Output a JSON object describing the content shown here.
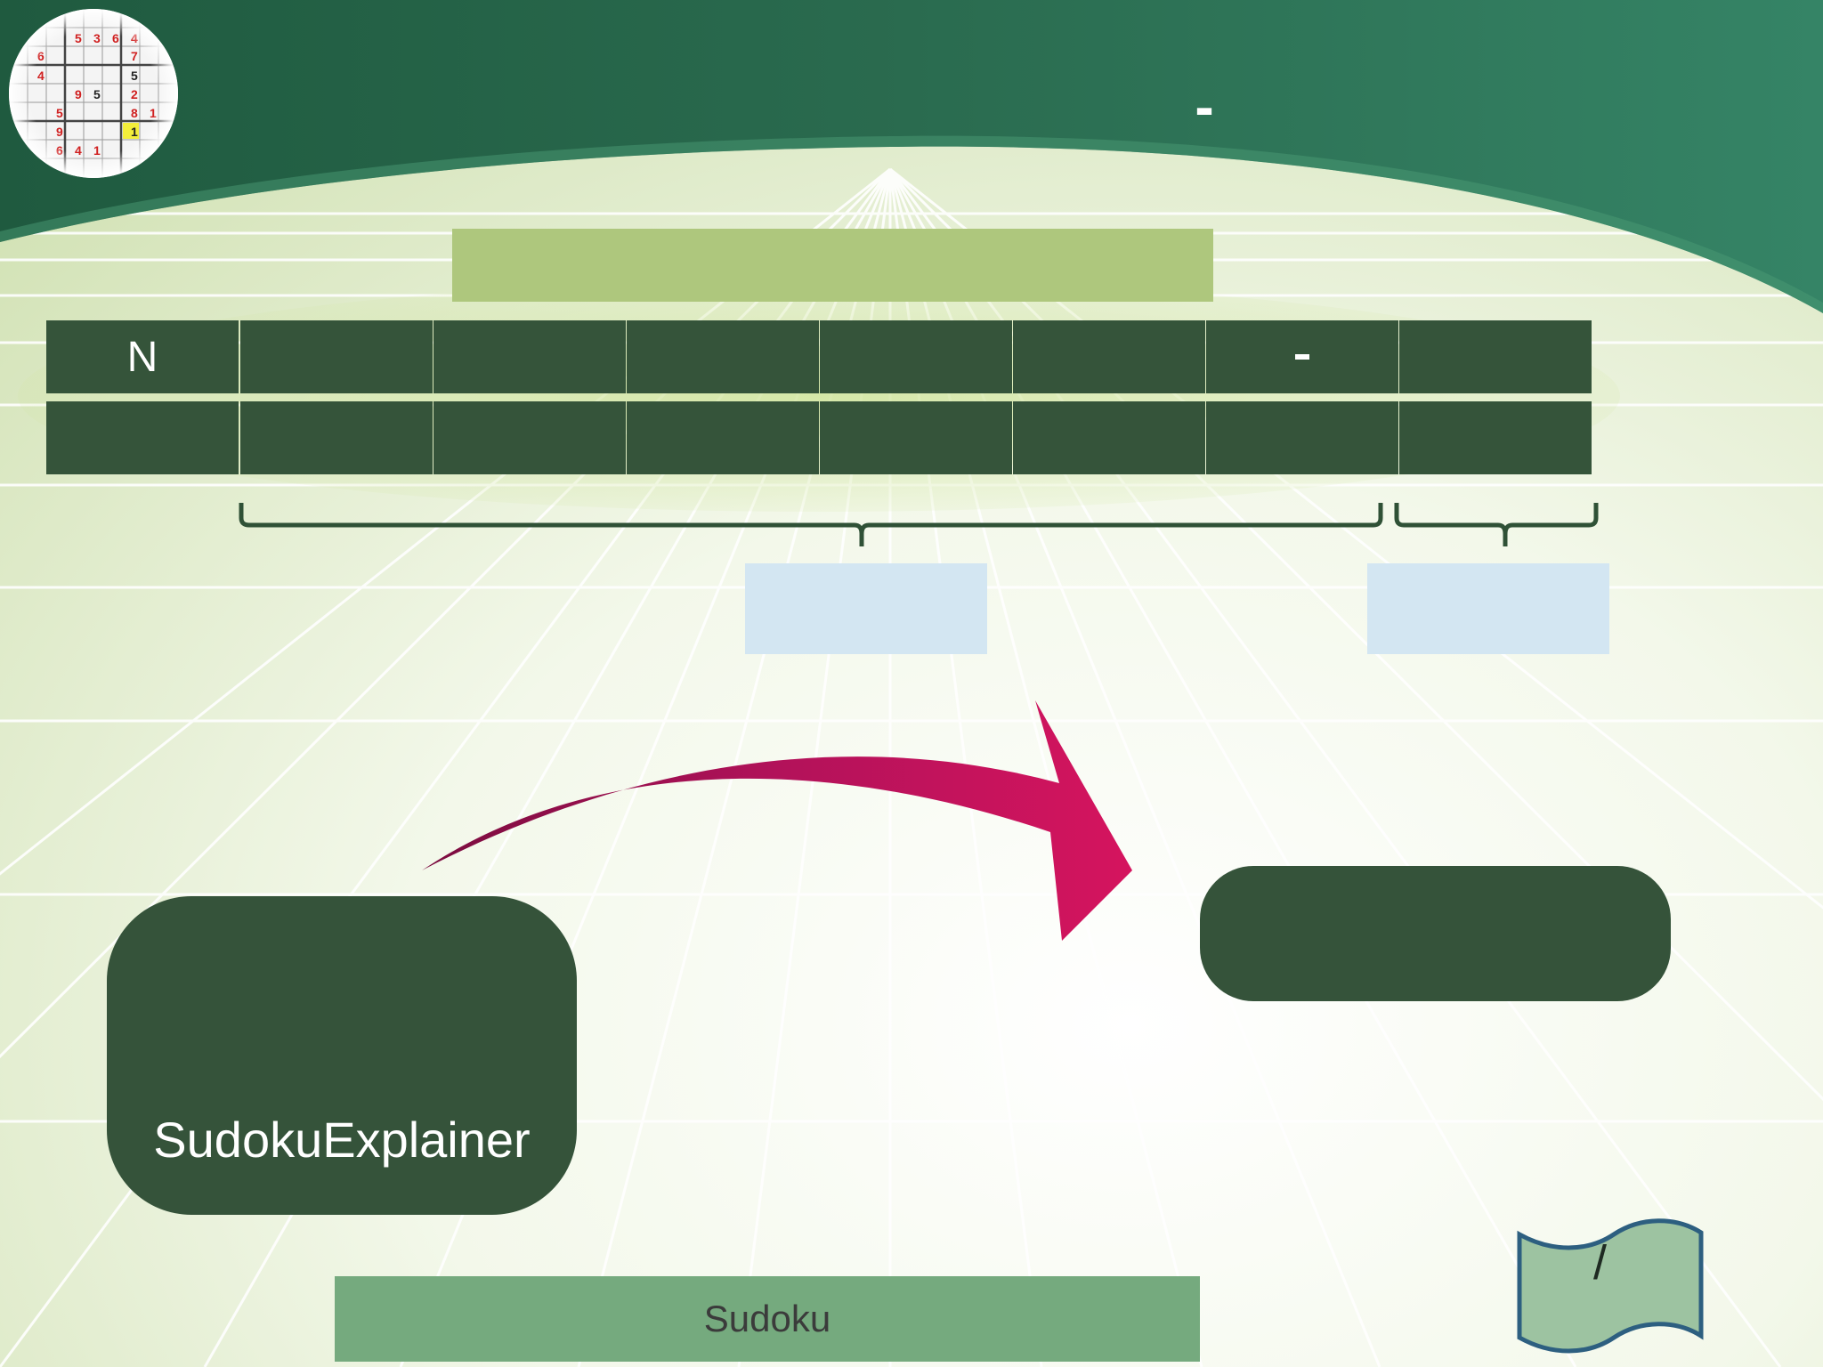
{
  "slide": {
    "title_text": "-",
    "header_row": [
      "N",
      "",
      "",
      "",
      "",
      "",
      "-",
      ""
    ],
    "second_row": [
      "",
      "",
      "",
      "",
      "",
      "",
      "",
      ""
    ],
    "left_box_text": "SudokuExplainer",
    "right_box_text": "",
    "footer_text": "Sudoku",
    "page_number": "/"
  },
  "colors": {
    "header_green": "#2a6b4e",
    "table_green": "#35543a",
    "subtitle_green": "#aec77d",
    "label_blue": "#d3e6f2",
    "arrow_pink": "#cf1260",
    "footer_green": "#75aa7e"
  },
  "icons": {
    "logo": "sudoku-grid-logo",
    "arrow": "curved-arrow-icon",
    "page_flag": "flag-icon"
  }
}
